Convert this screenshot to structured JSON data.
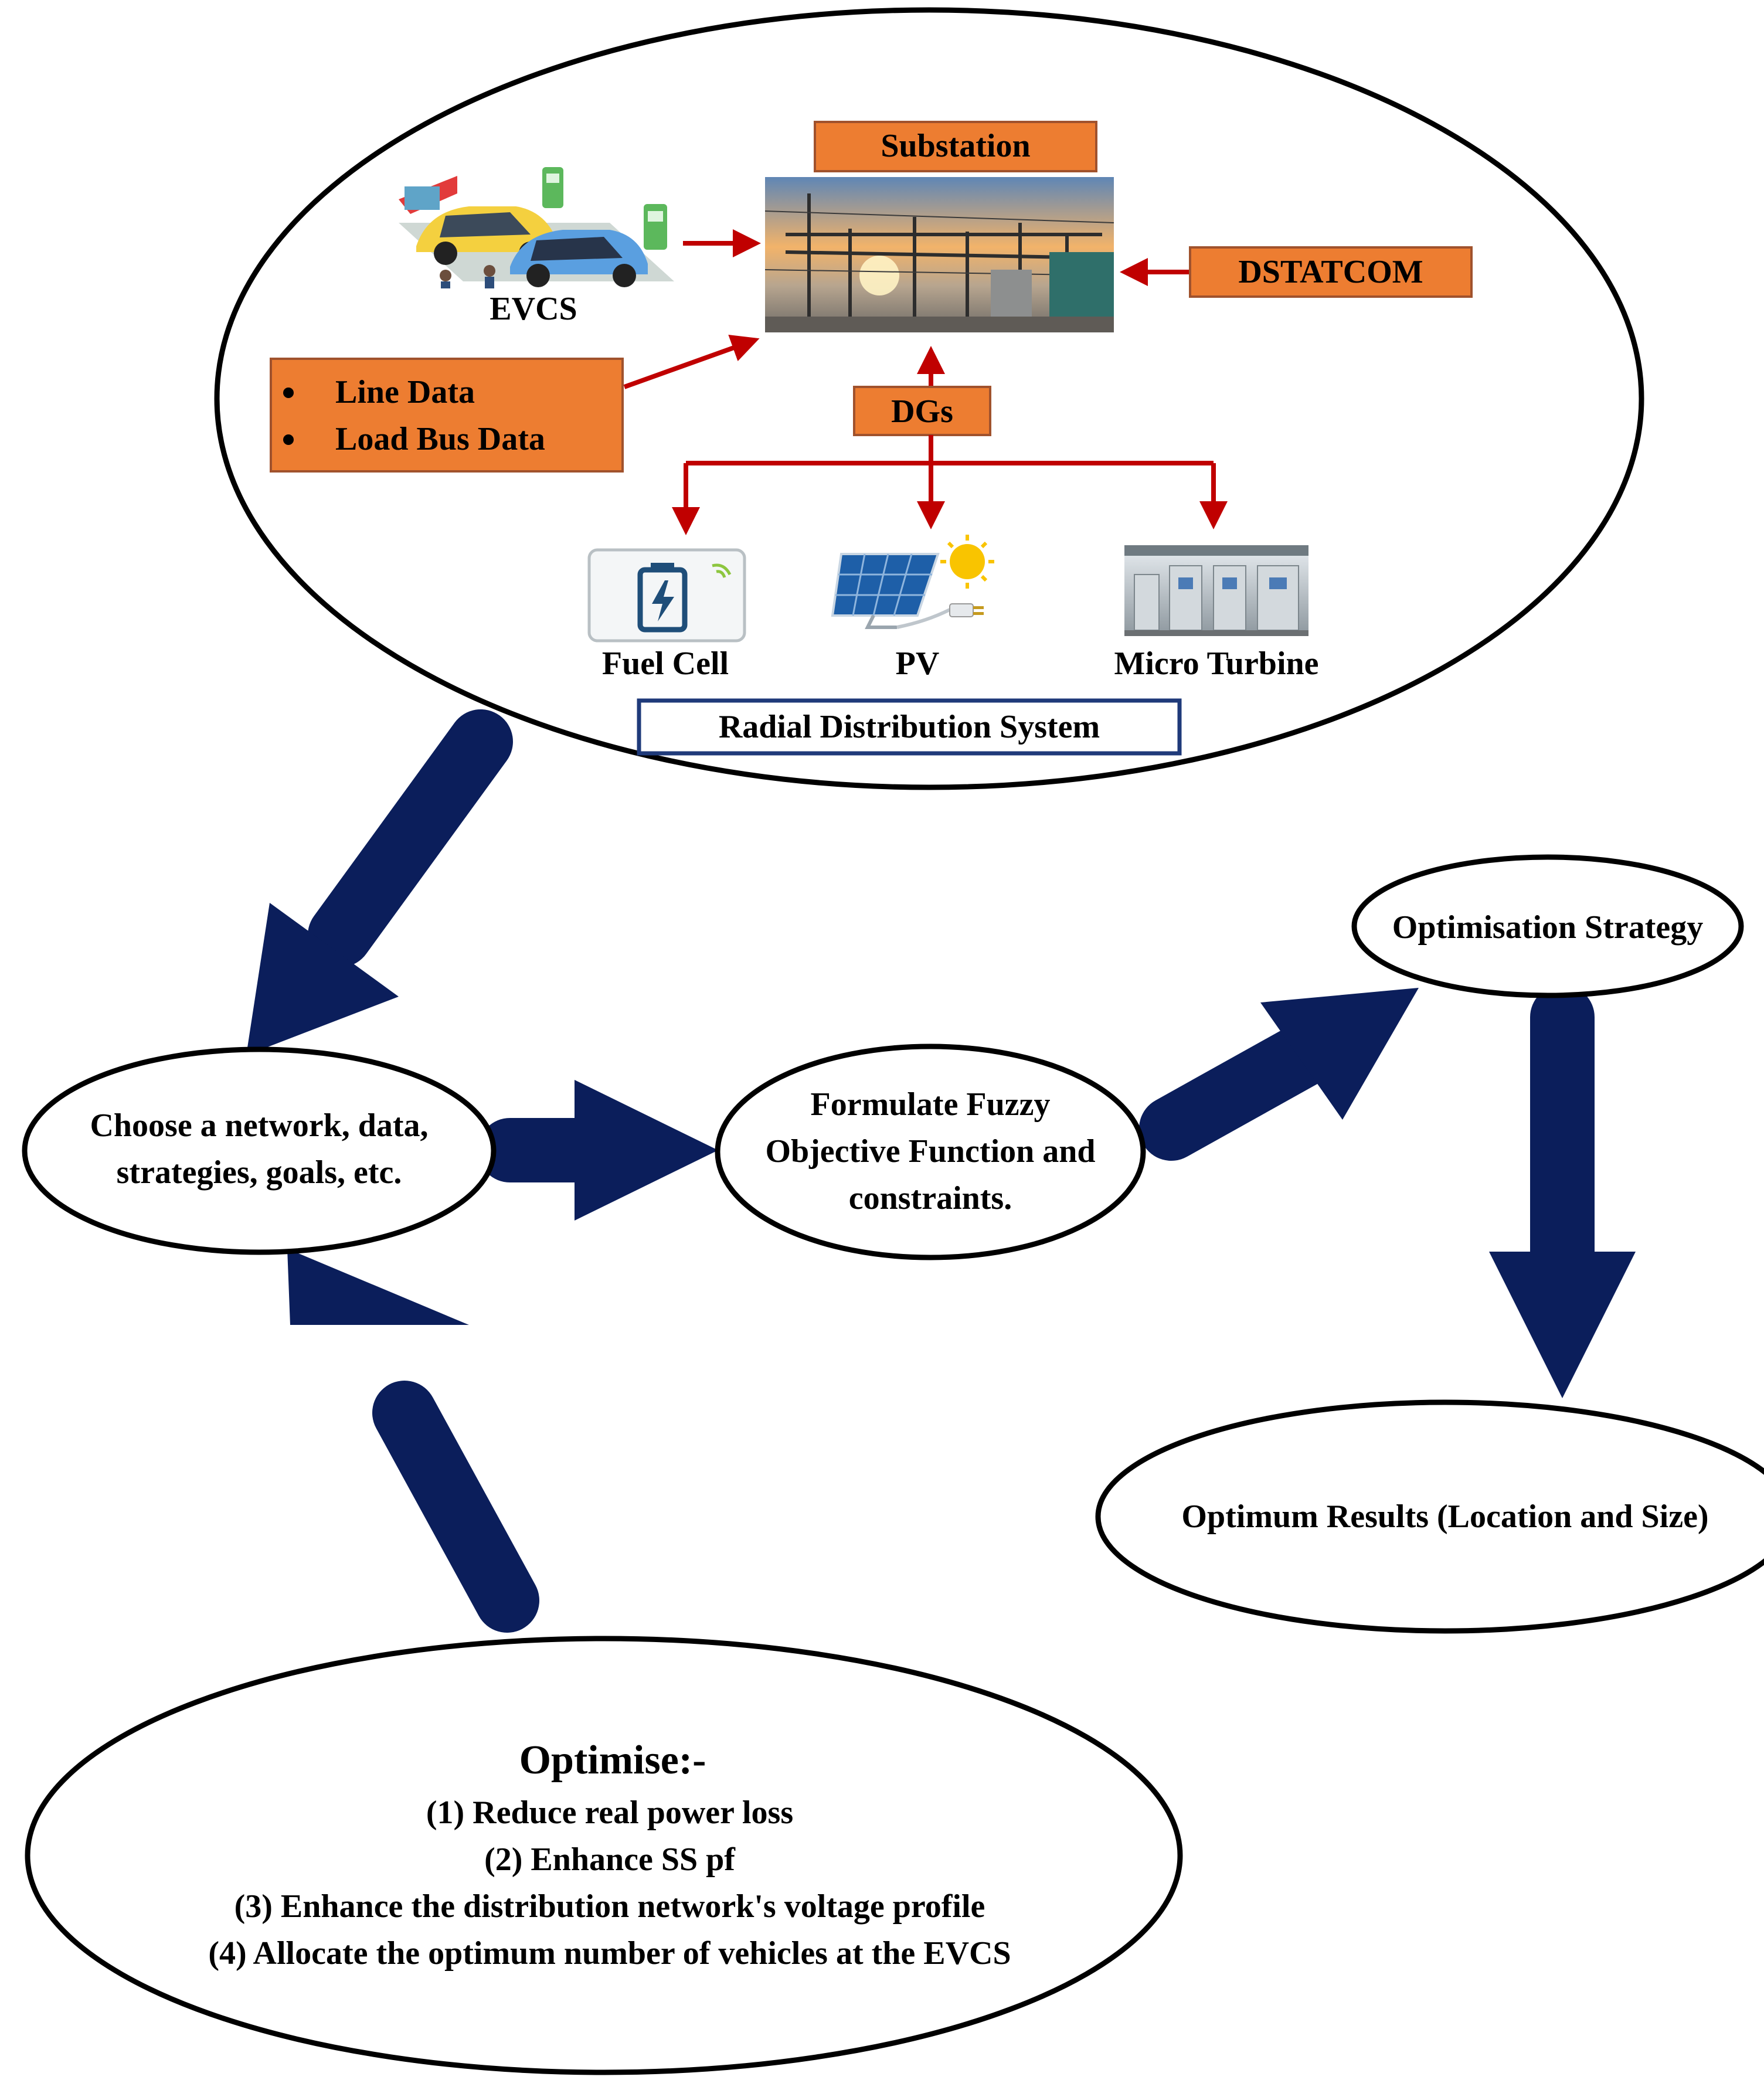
{
  "colors": {
    "arrow_navy": "#0b1e5b",
    "arrow_red": "#c00000",
    "box_orange": "#ed7d31",
    "box_border": "#a0522d",
    "rds_border": "#1f3a7a"
  },
  "system": {
    "substation_label": "Substation",
    "evcs_label": "EVCS",
    "dstatcom_label": "DSTATCOM",
    "data_items": [
      "Line Data",
      "Load Bus Data"
    ],
    "dgs_label": "DGs",
    "fuel_cell_label": "Fuel Cell",
    "pv_label": "PV",
    "micro_turbine_label": "Micro Turbine",
    "rds_label": "Radial Distribution System"
  },
  "flow": {
    "choose_lines": [
      "Choose a network, data,",
      "strategies, goals, etc."
    ],
    "formulate_lines": [
      "Formulate Fuzzy",
      "Objective Function and",
      "constraints."
    ],
    "strategy_label": "Optimisation Strategy",
    "results_label": "Optimum Results (Location and Size)",
    "optimise_title": "Optimise:-",
    "optimise_items": [
      "(1) Reduce real power loss",
      "(2) Enhance SS  pf",
      "(3) Enhance the distribution network's voltage profile",
      "(4) Allocate the optimum number of vehicles at the EVCS"
    ]
  },
  "icons": {
    "substation": "substation-photo-icon",
    "evcs": "ev-charging-station-icon",
    "fuel_cell": "fuel-cell-battery-icon",
    "pv": "solar-panel-icon",
    "micro_turbine": "micro-turbine-icon"
  }
}
